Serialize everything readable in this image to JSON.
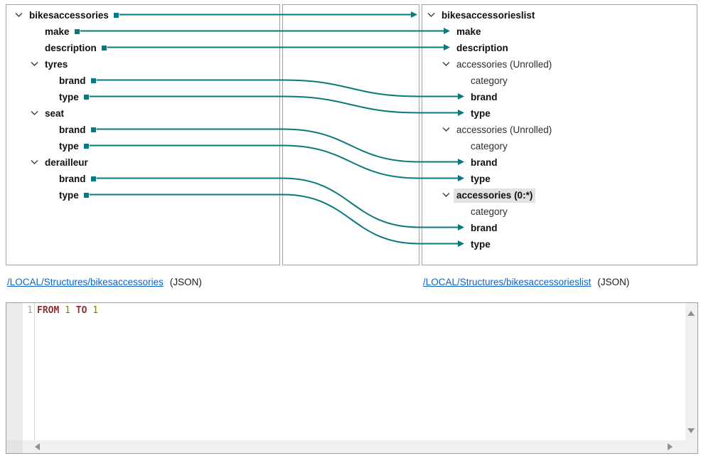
{
  "source_panel": {
    "items": [
      {
        "label": "bikesaccessories",
        "level": 0,
        "chevron": true,
        "bold": true,
        "port": true
      },
      {
        "label": "make",
        "level": 1,
        "chevron": false,
        "bold": true,
        "port": true
      },
      {
        "label": "description",
        "level": 1,
        "chevron": false,
        "bold": true,
        "port": true
      },
      {
        "label": "tyres",
        "level": 1,
        "chevron": true,
        "bold": true,
        "port": false
      },
      {
        "label": "brand",
        "level": 2,
        "chevron": false,
        "bold": true,
        "port": true
      },
      {
        "label": "type",
        "level": 2,
        "chevron": false,
        "bold": true,
        "port": true
      },
      {
        "label": "seat",
        "level": 1,
        "chevron": true,
        "bold": true,
        "port": false
      },
      {
        "label": "brand",
        "level": 2,
        "chevron": false,
        "bold": true,
        "port": true
      },
      {
        "label": "type",
        "level": 2,
        "chevron": false,
        "bold": true,
        "port": true
      },
      {
        "label": "derailleur",
        "level": 1,
        "chevron": true,
        "bold": true,
        "port": false
      },
      {
        "label": "brand",
        "level": 2,
        "chevron": false,
        "bold": true,
        "port": true
      },
      {
        "label": "type",
        "level": 2,
        "chevron": false,
        "bold": true,
        "port": true
      }
    ]
  },
  "target_panel": {
    "items": [
      {
        "label": "bikesaccessorieslist",
        "level": 0,
        "chevron": true,
        "bold": true
      },
      {
        "label": "make",
        "level": 1,
        "chevron": false,
        "bold": true
      },
      {
        "label": "description",
        "level": 1,
        "chevron": false,
        "bold": true
      },
      {
        "label": "accessories (Unrolled)",
        "level": 1,
        "chevron": true,
        "bold": false
      },
      {
        "label": "category",
        "level": 2,
        "chevron": false,
        "bold": false
      },
      {
        "label": "brand",
        "level": 2,
        "chevron": false,
        "bold": true
      },
      {
        "label": "type",
        "level": 2,
        "chevron": false,
        "bold": true
      },
      {
        "label": "accessories (Unrolled)",
        "level": 1,
        "chevron": true,
        "bold": false
      },
      {
        "label": "category",
        "level": 2,
        "chevron": false,
        "bold": false
      },
      {
        "label": "brand",
        "level": 2,
        "chevron": false,
        "bold": true
      },
      {
        "label": "type",
        "level": 2,
        "chevron": false,
        "bold": true
      },
      {
        "label": "accessories (0:*)",
        "level": 1,
        "chevron": true,
        "bold": true,
        "highlighted": true
      },
      {
        "label": "category",
        "level": 2,
        "chevron": false,
        "bold": false
      },
      {
        "label": "brand",
        "level": 2,
        "chevron": false,
        "bold": true
      },
      {
        "label": "type",
        "level": 2,
        "chevron": false,
        "bold": true
      }
    ]
  },
  "connections": [
    {
      "source_index": 0,
      "target_index": 0,
      "kind": "root",
      "source": "bikesaccessories",
      "target": "bikesaccessorieslist"
    },
    {
      "source_index": 1,
      "target_index": 1,
      "kind": "field",
      "source": "make",
      "target": "make"
    },
    {
      "source_index": 2,
      "target_index": 2,
      "kind": "field",
      "source": "description",
      "target": "description"
    },
    {
      "source_index": 4,
      "target_index": 5,
      "kind": "field",
      "source": "tyres.brand",
      "target": "accessories[1].brand"
    },
    {
      "source_index": 5,
      "target_index": 6,
      "kind": "field",
      "source": "tyres.type",
      "target": "accessories[1].type"
    },
    {
      "source_index": 7,
      "target_index": 9,
      "kind": "field",
      "source": "seat.brand",
      "target": "accessories[2].brand"
    },
    {
      "source_index": 8,
      "target_index": 10,
      "kind": "field",
      "source": "seat.type",
      "target": "accessories[2].type"
    },
    {
      "source_index": 10,
      "target_index": 13,
      "kind": "field",
      "source": "derailleur.brand",
      "target": "accessories[3].brand"
    },
    {
      "source_index": 11,
      "target_index": 14,
      "kind": "field",
      "source": "derailleur.type",
      "target": "accessories[3].type"
    }
  ],
  "links": {
    "source": {
      "path": "/LOCAL/Structures/bikesaccessories",
      "format": "(JSON)"
    },
    "target": {
      "path": "/LOCAL/Structures/bikesaccessorieslist",
      "format": "(JSON)"
    }
  },
  "editor": {
    "line_number": "1",
    "text": "FROM 1 TO 1",
    "tokens": [
      {
        "text": "FROM",
        "type": "keyword"
      },
      {
        "text": "1",
        "type": "number"
      },
      {
        "text": "TO",
        "type": "keyword"
      },
      {
        "text": "1",
        "type": "number"
      }
    ]
  },
  "colors": {
    "connector": "#087a7d",
    "link": "#0b63c5",
    "keyword": "#8b3030",
    "number": "#7e7e00",
    "selection": "#e2e2e2",
    "panel_border": "#a4a4a4"
  }
}
